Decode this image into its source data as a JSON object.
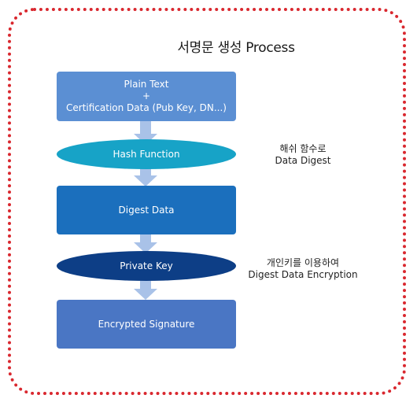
{
  "title": "서명문 생성 Process",
  "steps": [
    {
      "lines": [
        "Plain Text",
        "+",
        "Certification Data (Pub Key, DN...)"
      ]
    },
    {
      "label": "Hash Function"
    },
    {
      "label": "Digest Data"
    },
    {
      "label": "Private Key"
    },
    {
      "label": "Encrypted Signature"
    }
  ],
  "notes": [
    {
      "lines": [
        "해쉬 함수로",
        "Data Digest"
      ]
    },
    {
      "lines": [
        "개인키를 이용하여",
        "Digest Data Encryption"
      ]
    }
  ],
  "colors": {
    "frame": "#d9282f",
    "box_light_blue": "#5b8fd3",
    "box_blue": "#1b6fbd",
    "box_slate_blue": "#4a76c4",
    "ellipse_cyan": "#17a3c7",
    "ellipse_navy": "#0d3e86",
    "arrow": "#a9c2e8"
  }
}
